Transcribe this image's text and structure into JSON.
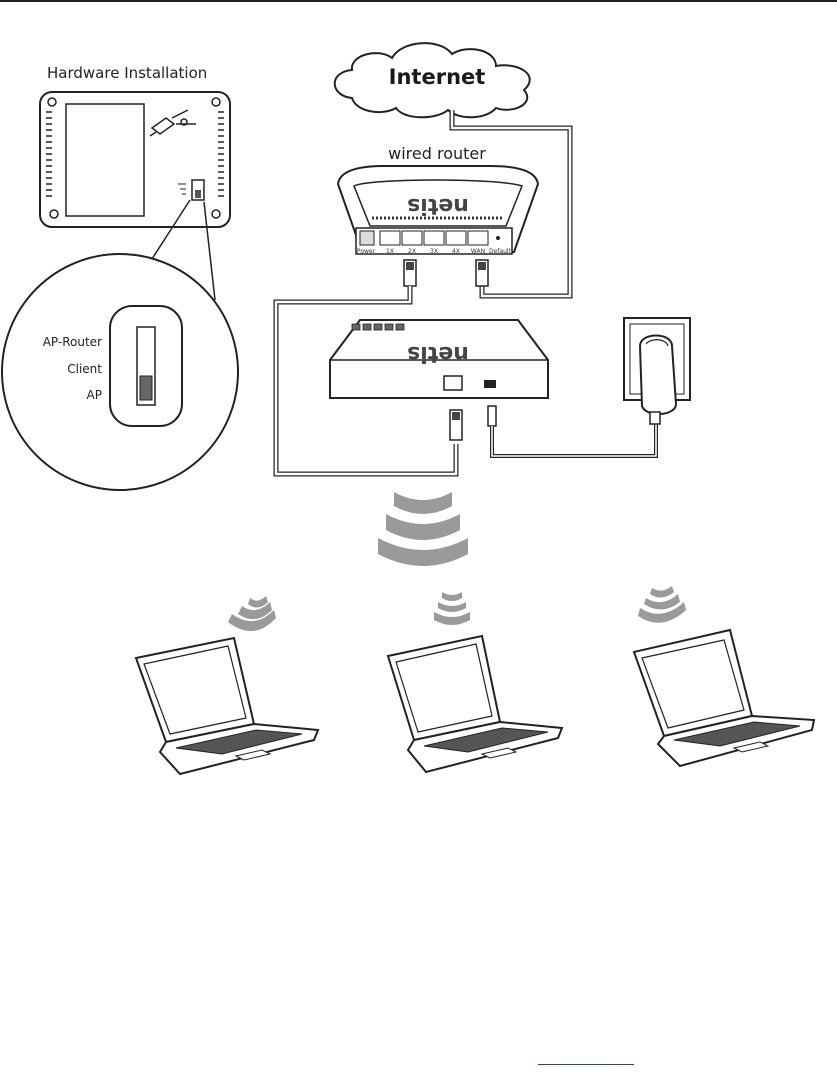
{
  "hardware_installation": {
    "title": "Hardware Installation",
    "switch_positions": [
      "AP-Router",
      "Client",
      "AP"
    ],
    "selected_mode": "AP"
  },
  "internet": {
    "label": "Internet",
    "icon": "cloud-icon"
  },
  "wired_router": {
    "label": "wired router",
    "brand": "netis",
    "ports": [
      "Power",
      "1X",
      "2X",
      "3X",
      "4X",
      "WAN",
      "Default"
    ]
  },
  "access_point": {
    "brand": "netis"
  },
  "wireless": {
    "icon": "wifi-signal-icon"
  },
  "laptops": [
    {
      "icon": "laptop-icon"
    },
    {
      "icon": "laptop-icon"
    },
    {
      "icon": "laptop-icon"
    }
  ],
  "colors": {
    "line": "#222222",
    "signal": "#9a9a9a",
    "link": "#1a3fd0"
  }
}
